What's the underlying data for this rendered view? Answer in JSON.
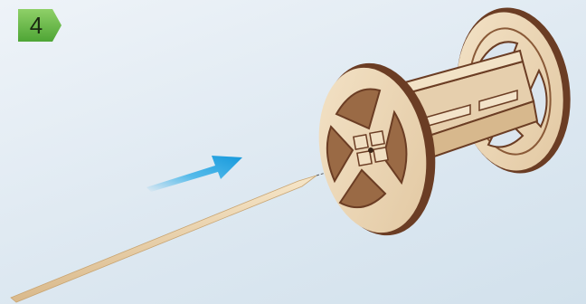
{
  "step": {
    "number": "4",
    "badge_color": "#6cbd4a"
  },
  "illustration": {
    "parts": [
      "toothpick",
      "spool",
      "arrow"
    ],
    "arrow_color": "#1aa6e6",
    "wood_color": "#e9d3b3",
    "edge_color": "#6b3d24"
  }
}
